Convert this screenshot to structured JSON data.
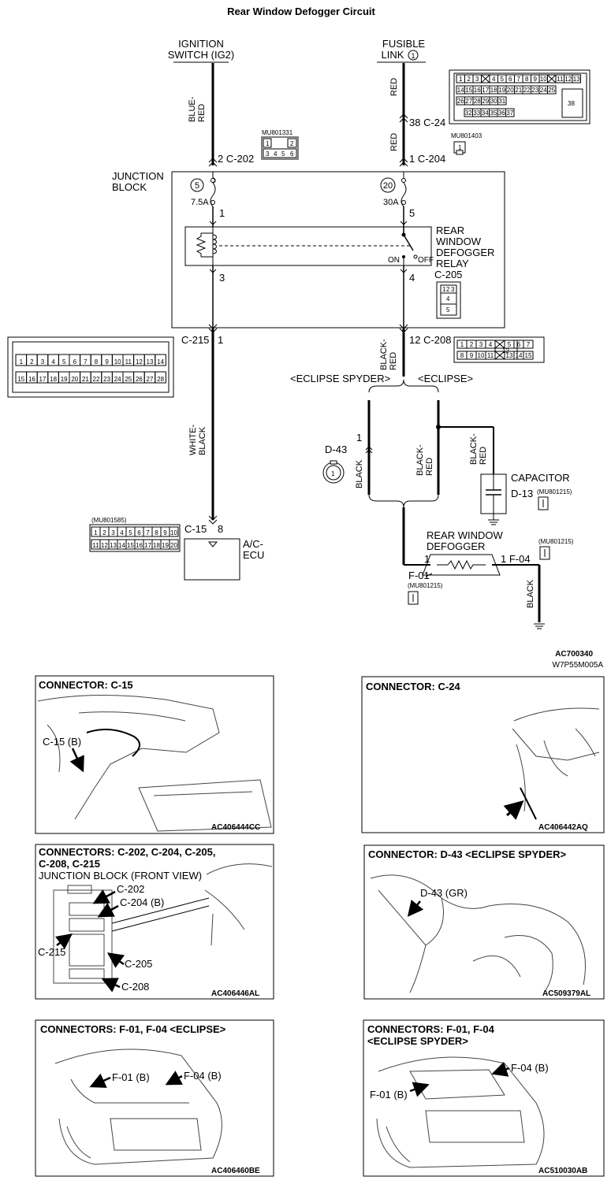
{
  "title": "Rear Window Defogger Circuit",
  "sources": {
    "ignition_1": "IGNITION",
    "ignition_2": "SWITCH (IG2)",
    "fusible_1": "FUSIBLE",
    "fusible_2": "LINK",
    "fusible_num": "1"
  },
  "wires": {
    "blue_red_1": "BLUE-",
    "blue_red_2": "RED",
    "red": "RED",
    "black_red_1": "BLACK-",
    "black_red_2": "RED",
    "white_black_1": "WHITE-",
    "white_black_2": "BLACK",
    "black": "BLACK"
  },
  "pins": {
    "c202": "2  C-202",
    "c24": "38  C-24",
    "c204": "1  C-204",
    "p1": "1",
    "p3": "3",
    "p4": "4",
    "p5": "5",
    "c215_name": "C-215",
    "c215_pin": "1",
    "c208": "12  C-208",
    "c15_name": "C-15",
    "c15_pin": "8",
    "d43_pin": "1",
    "f01_pin": "1",
    "f04": "1  F-04",
    "f01_name": "F-01"
  },
  "parts": {
    "mu801331": "MU801331",
    "mu801403": "MU801403",
    "mu801585": "(MU801585)",
    "mu801215": "(MU801215)",
    "junction_1": "JUNCTION",
    "junction_2": "BLOCK",
    "fuse5": "5",
    "fuse20": "20",
    "fuse5_amp": "7.5A",
    "fuse20_amp": "30A",
    "relay_1": "REAR",
    "relay_2": "WINDOW",
    "relay_3": "DEFOGGER",
    "relay_4": "RELAY",
    "on": "ON",
    "off": "OFF",
    "c205": "C-205",
    "acecu_1": "A/C-",
    "acecu_2": "ECU",
    "spyder": "<ECLIPSE SPYDER>",
    "eclipse": "<ECLIPSE>",
    "d43": "D-43",
    "d43_pin_label": "1",
    "capacitor": "CAPACITOR",
    "d13": "D-13",
    "defog_1": "REAR WINDOW",
    "defog_2": "DEFOGGER",
    "code_1": "AC700340",
    "code_2": "W7P55M005A"
  },
  "connector_blocks": {
    "c202_rows": [
      [
        "1",
        "",
        "2"
      ],
      [
        "3",
        "4",
        "5",
        "6"
      ]
    ],
    "c24_row1": [
      "1",
      "2",
      "3",
      "",
      "4",
      "5",
      "6",
      "7",
      "8",
      "9",
      "10",
      "",
      "11",
      "12",
      "13"
    ],
    "c24_row2": [
      "14",
      "15",
      "16",
      "17",
      "18",
      "19",
      "20",
      "21",
      "22",
      "23",
      "24",
      "25"
    ],
    "c24_row3a": [
      "26",
      "27",
      "28",
      "29",
      "30",
      "31"
    ],
    "c24_row4": [
      "32",
      "33",
      "34",
      "35",
      "36",
      "37"
    ],
    "c24_big": "38",
    "c205_nums": [
      "1",
      "2",
      "3",
      "4",
      "5"
    ],
    "c215_row1": [
      "1",
      "2",
      "3",
      "4",
      "5",
      "6",
      "7",
      "8",
      "9",
      "10",
      "11",
      "12",
      "13",
      "14"
    ],
    "c215_row2": [
      "15",
      "16",
      "17",
      "18",
      "19",
      "20",
      "21",
      "22",
      "23",
      "24",
      "25",
      "26",
      "27",
      "28"
    ],
    "c208_row1": [
      "1",
      "2",
      "3",
      "4",
      "",
      "5",
      "6",
      "7"
    ],
    "c208_row2": [
      "8",
      "9",
      "10",
      "11",
      "",
      "13",
      "14",
      "15"
    ],
    "c208_mid": "12",
    "c15_row1": [
      "1",
      "2",
      "3",
      "4",
      "5",
      "6",
      "7",
      "8",
      "9",
      "10"
    ],
    "c15_row2": [
      "11",
      "12",
      "13",
      "14",
      "15",
      "16",
      "17",
      "18",
      "19",
      "20"
    ]
  },
  "panels": [
    {
      "title": "CONNECTOR: C-15",
      "labels": [
        "C-15 (B)"
      ],
      "code": "AC406444CC"
    },
    {
      "title": "CONNECTOR: C-24",
      "labels": [],
      "code": "AC406442AQ"
    },
    {
      "title": "CONNECTORS: C-202, C-204, C-205,",
      "title2": "C-208, C-215",
      "subtitle": "JUNCTION BLOCK (FRONT VIEW)",
      "labels": [
        "C-202",
        "C-204 (B)",
        "C-215",
        "C-205",
        "C-208"
      ],
      "code": "AC406446AL"
    },
    {
      "title": "CONNECTOR: D-43 <ECLIPSE SPYDER>",
      "labels": [
        "D-43 (GR)"
      ],
      "code": "AC509379AL"
    },
    {
      "title": "CONNECTORS: F-01, F-04 <ECLIPSE>",
      "labels": [
        "F-01 (B)",
        "F-04 (B)"
      ],
      "code": "AC406460BE"
    },
    {
      "title": "CONNECTORS: F-01, F-04",
      "title2": "<ECLIPSE SPYDER>",
      "labels": [
        "F-04 (B)",
        "F-01 (B)"
      ],
      "code": "AC510030AB"
    }
  ]
}
